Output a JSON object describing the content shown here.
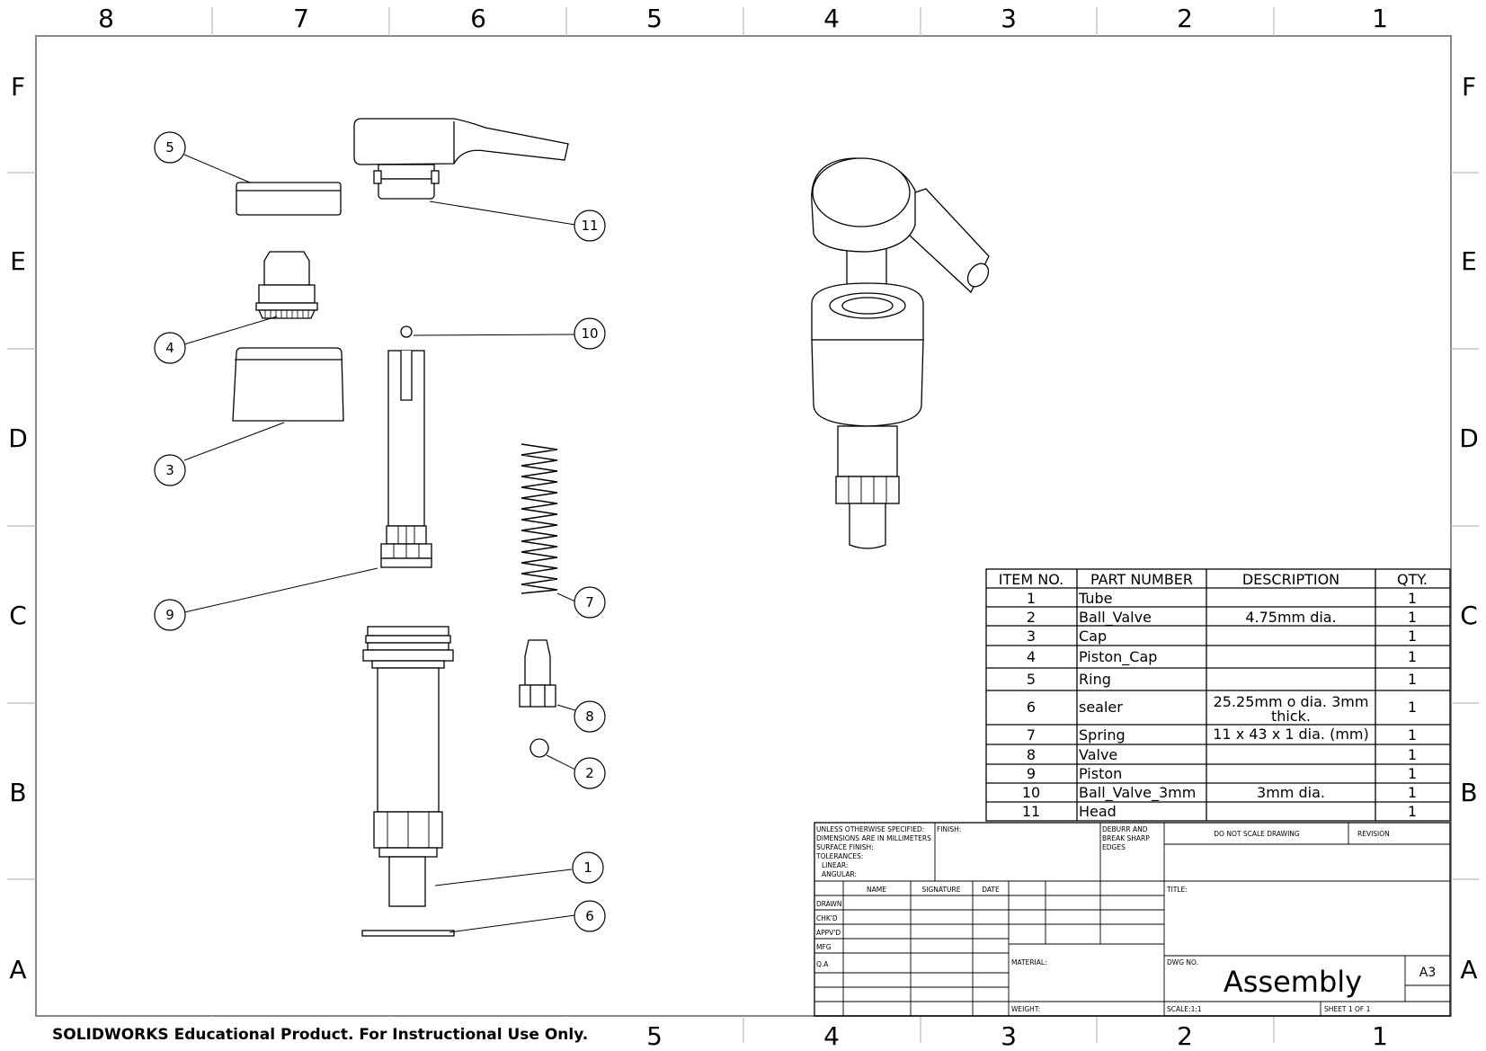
{
  "zones": {
    "columns": [
      "8",
      "7",
      "6",
      "5",
      "4",
      "3",
      "2",
      "1"
    ],
    "rows": [
      "F",
      "E",
      "D",
      "C",
      "B",
      "A"
    ]
  },
  "callouts": [
    {
      "id": "5",
      "label": "5"
    },
    {
      "id": "11",
      "label": "11"
    },
    {
      "id": "4",
      "label": "4"
    },
    {
      "id": "10",
      "label": "10"
    },
    {
      "id": "3",
      "label": "3"
    },
    {
      "id": "9",
      "label": "9"
    },
    {
      "id": "7",
      "label": "7"
    },
    {
      "id": "8",
      "label": "8"
    },
    {
      "id": "2",
      "label": "2"
    },
    {
      "id": "1",
      "label": "1"
    },
    {
      "id": "6",
      "label": "6"
    }
  ],
  "bom": {
    "headers": {
      "item": "ITEM NO.",
      "part": "PART NUMBER",
      "desc": "DESCRIPTION",
      "qty": "QTY."
    },
    "rows": [
      {
        "item": "1",
        "part": "Tube",
        "desc": "",
        "desc2": "",
        "qty": "1"
      },
      {
        "item": "2",
        "part": "Ball_Valve",
        "desc": "4.75mm dia.",
        "desc2": "",
        "qty": "1"
      },
      {
        "item": "3",
        "part": "Cap",
        "desc": "",
        "desc2": "",
        "qty": "1"
      },
      {
        "item": "4",
        "part": "Piston_Cap",
        "desc": "",
        "desc2": "",
        "qty": "1"
      },
      {
        "item": "5",
        "part": "Ring",
        "desc": "",
        "desc2": "",
        "qty": "1"
      },
      {
        "item": "6",
        "part": "sealer",
        "desc": "25.25mm o dia. 3mm",
        "desc2": "thick.",
        "qty": "1"
      },
      {
        "item": "7",
        "part": "Spring",
        "desc": "11 x 43 x 1 dia. (mm)",
        "desc2": "",
        "qty": "1"
      },
      {
        "item": "8",
        "part": "Valve",
        "desc": "",
        "desc2": "",
        "qty": "1"
      },
      {
        "item": "9",
        "part": "Piston",
        "desc": "",
        "desc2": "",
        "qty": "1"
      },
      {
        "item": "10",
        "part": "Ball_Valve_3mm",
        "desc": "3mm dia.",
        "desc2": "",
        "qty": "1"
      },
      {
        "item": "11",
        "part": "Head",
        "desc": "",
        "desc2": "",
        "qty": "1"
      }
    ]
  },
  "title_block": {
    "notes": [
      "UNLESS OTHERWISE SPECIFIED:",
      "DIMENSIONS ARE IN MILLIMETERS",
      "SURFACE FINISH:",
      "TOLERANCES:",
      "LINEAR:",
      "ANGULAR:"
    ],
    "finish": "FINISH:",
    "deburr": [
      "DEBURR AND",
      "BREAK SHARP",
      "EDGES"
    ],
    "do_not_scale": "DO NOT SCALE DRAWING",
    "revision": "REVISION",
    "col_name": "NAME",
    "col_signature": "SIGNATURE",
    "col_date": "DATE",
    "roles": [
      "DRAWN",
      "CHK'D",
      "APPV'D",
      "MFG",
      "Q.A"
    ],
    "title_label": "TITLE:",
    "material": "MATERIAL:",
    "weight": "WEIGHT:",
    "dwg_no": "DWG NO.",
    "dwg_name": "Assembly",
    "size": "A3",
    "scale": "SCALE:1:1",
    "sheet": "SHEET 1 OF 1"
  },
  "footer": {
    "notice": "SOLIDWORKS Educational Product. For Instructional Use Only."
  }
}
